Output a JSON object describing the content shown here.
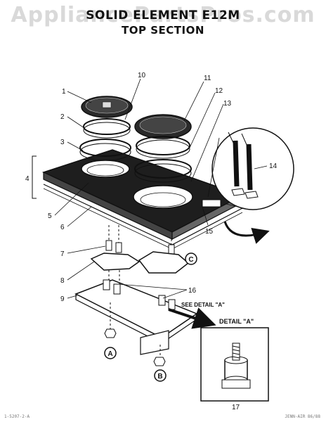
{
  "watermark": "AppliancePartsPros.com",
  "title_line1": "SOLID ELEMENT E12M",
  "title_line2": "TOP SECTION",
  "labels": {
    "p1": "1",
    "p2": "2",
    "p3": "3",
    "p4": "4",
    "p5": "5",
    "p6": "6",
    "p7": "7",
    "p8": "8",
    "p9": "9",
    "p10": "10",
    "p11": "11",
    "p12": "12",
    "p13": "13",
    "p14": "14",
    "p15": "15",
    "p16": "16",
    "p17": "17",
    "callout_a": "A",
    "callout_b": "B",
    "callout_c": "C",
    "see_detail": "SEE DETAIL \"A\"",
    "detail_title": "DETAIL \"A\""
  },
  "footer_left": "1-5207-2-A",
  "footer_right": "JENN-AIR 86/88",
  "colors": {
    "line": "#111111",
    "dark_fill": "#1e1e1e",
    "background": "#ffffff"
  }
}
